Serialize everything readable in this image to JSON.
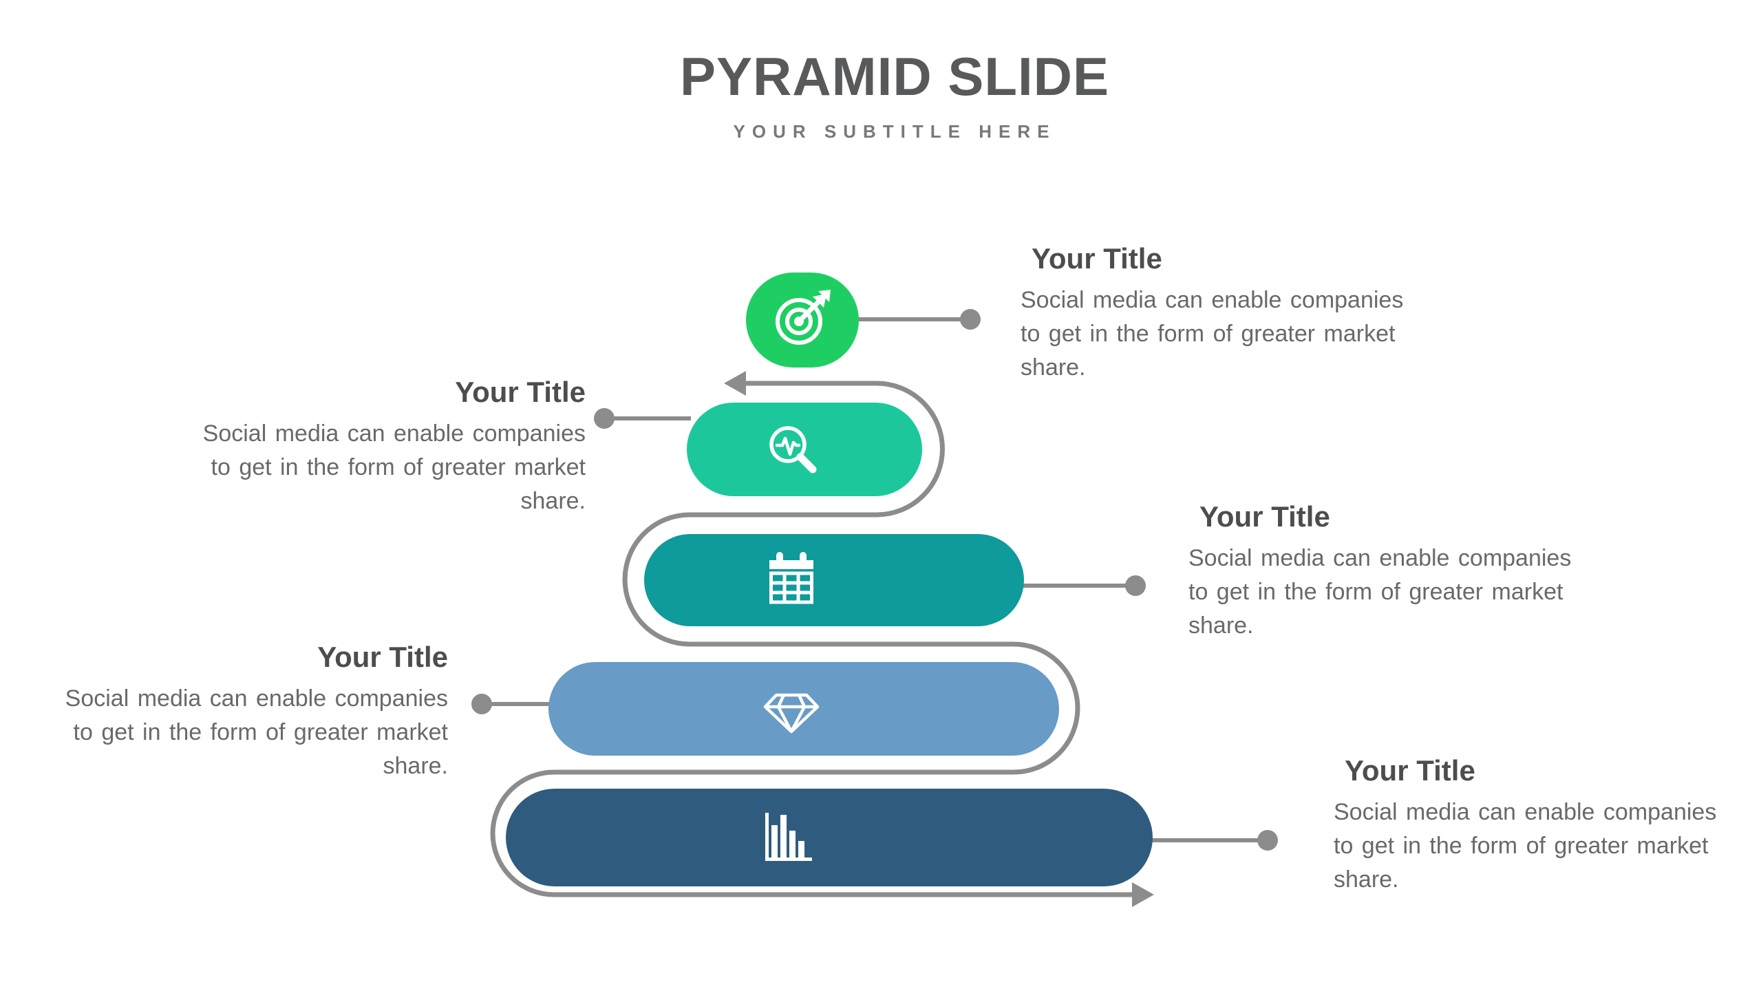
{
  "header": {
    "title": "PYRAMID SLIDE",
    "subtitle": "YOUR SUBTITLE HERE"
  },
  "items": [
    {
      "icon": "target-icon",
      "color": "#1FCE63",
      "title": "Your Title",
      "lines": [
        "Social media can enable companies",
        "to get in the form of greater market",
        "share."
      ]
    },
    {
      "icon": "magnifier-pulse-icon",
      "color": "#1CC89B",
      "title": "Your Title",
      "lines": [
        "Social media can enable companies",
        "to get in the form of greater market",
        "share."
      ]
    },
    {
      "icon": "calendar-icon",
      "color": "#0F9A9B",
      "title": "Your Title",
      "lines": [
        "Social media can enable companies",
        "to get in the form of greater market",
        "share."
      ]
    },
    {
      "icon": "diamond-icon",
      "color": "#689BC5",
      "title": "Your Title",
      "lines": [
        "Social media can enable companies",
        "to get in the form of greater market",
        "share."
      ]
    },
    {
      "icon": "bar-chart-icon",
      "color": "#2F5C7E",
      "title": "Your Title",
      "lines": [
        "Social media can enable companies",
        "to get in the form of greater market",
        "share."
      ]
    }
  ],
  "colors": {
    "header_title": "#58595B",
    "header_subtitle": "#77787B",
    "block_title": "#4D4D4D",
    "block_body": "#696969",
    "connector": "#8C8C8C",
    "icon": "#FFFFFF",
    "background": "#FFFFFF"
  }
}
